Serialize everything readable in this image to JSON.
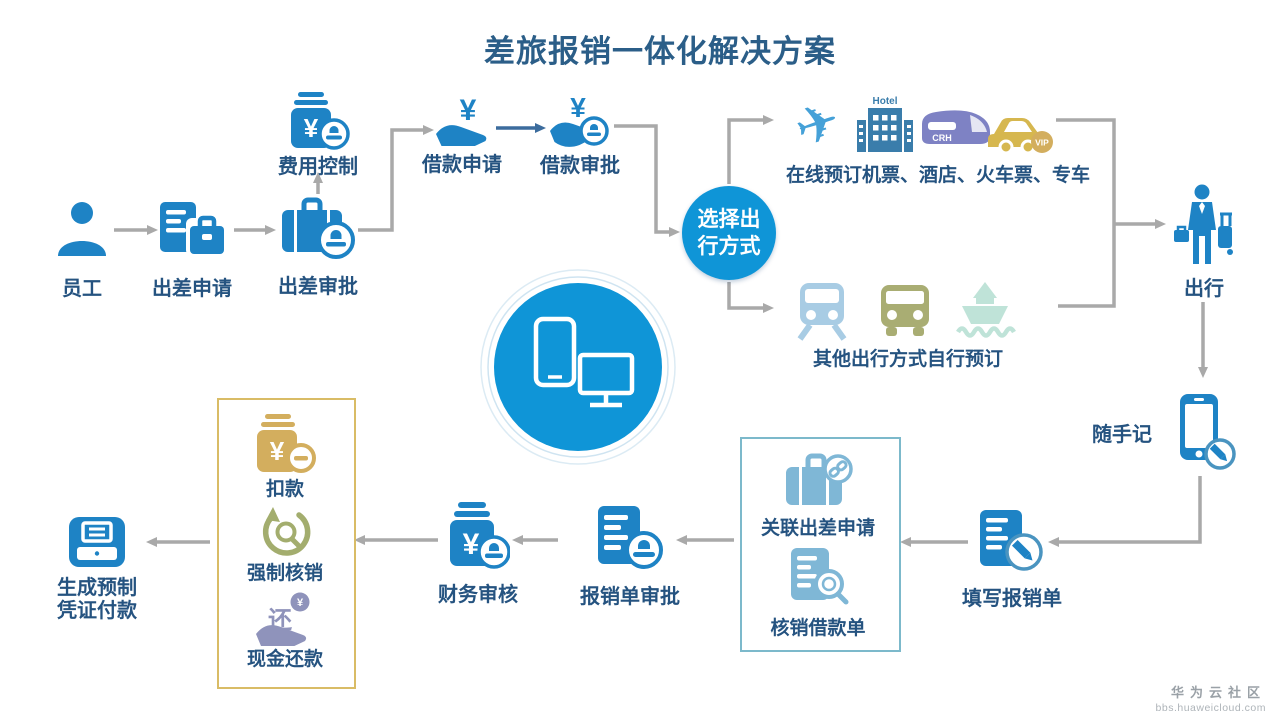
{
  "title": "差旅报销一体化解决方案",
  "nodes": {
    "employee": {
      "label": "员工"
    },
    "trip_request": {
      "label": "出差申请"
    },
    "trip_approval": {
      "label": "出差审批"
    },
    "expense_control": {
      "label": "费用控制"
    },
    "loan_request": {
      "label": "借款申请"
    },
    "loan_approval": {
      "label": "借款审批"
    },
    "mode_select": {
      "line1": "选择出",
      "line2": "行方式"
    },
    "online_booking": {
      "label": "在线预订机票、酒店、火车票、专车"
    },
    "other_booking": {
      "label": "其他出行方式自行预订"
    },
    "travel": {
      "label": "出行"
    },
    "note_app": {
      "label": "随手记"
    },
    "fill_form": {
      "label": "填写报销单"
    },
    "link_trip": {
      "label": "关联出差申请"
    },
    "verify_loan": {
      "label": "核销借款单"
    },
    "form_approval": {
      "label": "报销单审批"
    },
    "finance_audit": {
      "label": "财务审核"
    },
    "deduct": {
      "label": "扣款"
    },
    "force_writeoff": {
      "label": "强制核销"
    },
    "cash_return": {
      "label": "现金还款"
    },
    "voucher": {
      "line1": "生成预制",
      "line2": "凭证付款"
    }
  },
  "glyphs": {
    "yen": "¥",
    "hotel": "Hotel",
    "crh": "CRH",
    "vip": "VIP",
    "huan": "还",
    "plane": "✈"
  },
  "watermark": {
    "brand": "华为云社区",
    "url": "bbs.huaweicloud.com"
  },
  "colors": {
    "primary_blue": "#1e83c5",
    "bright_blue": "#0f95d7",
    "navy_text": "#255380",
    "arrow_gray": "#a9a9a9",
    "arrow_navy": "#3c6c9d",
    "teal_border": "#7cb9cb",
    "gold_border": "#d9bc66",
    "gold_icon": "#d3ae5e",
    "olive_icon": "#a3ad6e",
    "purple_icon": "#8f93bb",
    "light_blue_icon": "#7fb7d6"
  }
}
